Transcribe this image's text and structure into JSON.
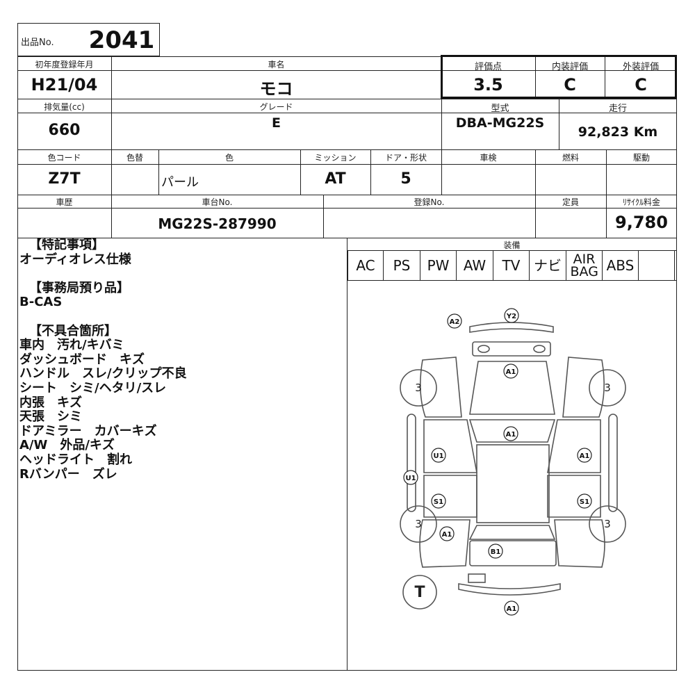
{
  "lot": {
    "label": "出品No.",
    "value": "2041"
  },
  "row1": {
    "year_label": "初年度登録年月",
    "year": "H21/04",
    "name_label": "車名",
    "name": "モコ",
    "score_label": "評価点",
    "score": "3.5",
    "interior_label": "内装評価",
    "interior": "C",
    "exterior_label": "外装評価",
    "exterior": "C"
  },
  "row2": {
    "cc_label": "排気量(cc)",
    "cc": "660",
    "grade_label": "グレード",
    "grade": "E",
    "model_label": "型式",
    "model": "DBA-MG22S",
    "mileage_label": "走行",
    "mileage": "92,823 Km"
  },
  "row3": {
    "color_code_label": "色コード",
    "color_code": "Z7T",
    "repaint_label": "色替",
    "repaint": "",
    "color_label": "色",
    "color": "パール",
    "mission_label": "ミッション",
    "mission": "AT",
    "door_label": "ドア・形状",
    "door": "5",
    "inspection_label": "車検",
    "inspection": "",
    "fuel_label": "燃料",
    "fuel": "",
    "drive_label": "駆動",
    "drive": ""
  },
  "row4": {
    "history_label": "車歴",
    "history": "",
    "chassis_label": "車台No.",
    "chassis": "MG22S-287990",
    "reg_label": "登録No.",
    "reg": "",
    "capacity_label": "定員",
    "capacity": "",
    "recycle_label": "ﾘｻｲｸﾙ料金",
    "recycle": "9,780"
  },
  "notes": {
    "special_header": "【特記事項】",
    "special": [
      "オーディオレス仕様"
    ],
    "office_header": "【事務局預り品】",
    "office": [
      "B-CAS"
    ],
    "defect_header": "【不具合箇所】",
    "defects": [
      "車内　汚れ/キバミ",
      "ダッシュボード　キズ",
      "ハンドル　スレ/クリップ不良",
      "シート　シミ/ヘタリ/スレ",
      "内張　キズ",
      "天張　シミ",
      "ドアミラー　カバーキズ",
      "A/W　外品/キズ",
      "ヘッドライト　割れ",
      "Rバンパー　ズレ"
    ]
  },
  "equipment": {
    "label": "装備",
    "items": [
      "AC",
      "PS",
      "PW",
      "AW",
      "TV",
      "ナビ",
      "AIR BAG",
      "ABS",
      ""
    ]
  },
  "diagram": {
    "marks": {
      "a2_top": "A2",
      "y2_top": "Y2",
      "a1_hood": "A1",
      "a1_roof": "A1",
      "u1_left_door": "U1",
      "u1_left_sill": "U1",
      "s1_left": "S1",
      "a1_left_rear": "A1",
      "a1_right_door": "A1",
      "s1_right": "S1",
      "b1_rear": "B1",
      "a1_bottom": "A1"
    },
    "tires": {
      "fl": "3",
      "fr": "3",
      "rl": "3",
      "rr": "3"
    },
    "spare": "T"
  }
}
